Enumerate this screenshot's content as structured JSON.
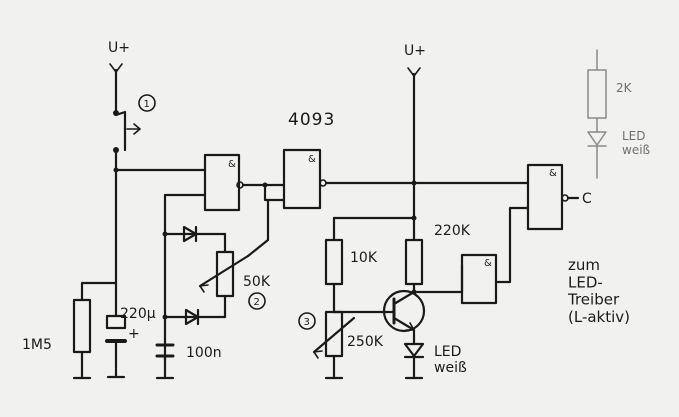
{
  "supply_left": "U+",
  "supply_right": "U+",
  "ic": "4093",
  "switch_marker": "1",
  "pot1_marker": "2",
  "pot2_marker": "3",
  "r_1m5": "1M5",
  "c_220u": "220µ",
  "c_100n": "100n",
  "pot_50k": "50K",
  "r_10k": "10K",
  "r_220k": "220K",
  "pot_250k": "250K",
  "led_bottom": "LED\nweiß",
  "r_2k": "2K",
  "led_top": "LED\nweiß",
  "note": "zum\nLED-\nTreiber\n(L-aktiv)",
  "gate_symbol": "&",
  "gate_out_label": "C",
  "cap_plus": "+"
}
